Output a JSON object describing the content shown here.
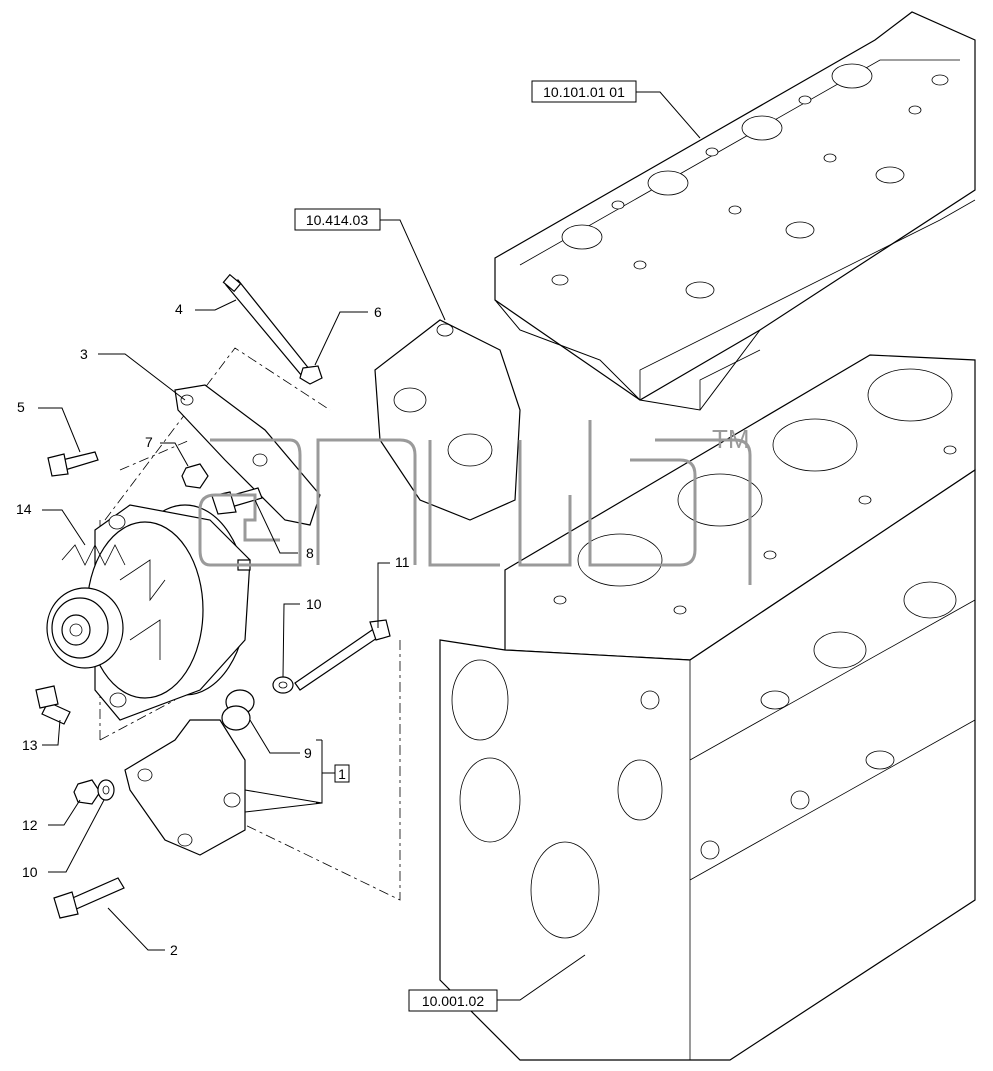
{
  "reference_labels": [
    {
      "id": "engine-head",
      "text": "10.101.01 01"
    },
    {
      "id": "water-pump",
      "text": "10.414.03"
    },
    {
      "id": "crankcase",
      "text": "10.001.02"
    }
  ],
  "callouts": {
    "n4": "4",
    "n6": "6",
    "n3": "3",
    "n5": "5",
    "n7": "7",
    "n14": "14",
    "n8": "8",
    "n11": "11",
    "n10a": "10",
    "n13": "13",
    "n9": "9",
    "n1": "1",
    "n12": "12",
    "n10b": "10",
    "n2": "2"
  },
  "watermark": {
    "mark": "TM"
  },
  "colors": {
    "line": "#000000",
    "watermark": "#9a9a9a",
    "background": "#ffffff"
  }
}
